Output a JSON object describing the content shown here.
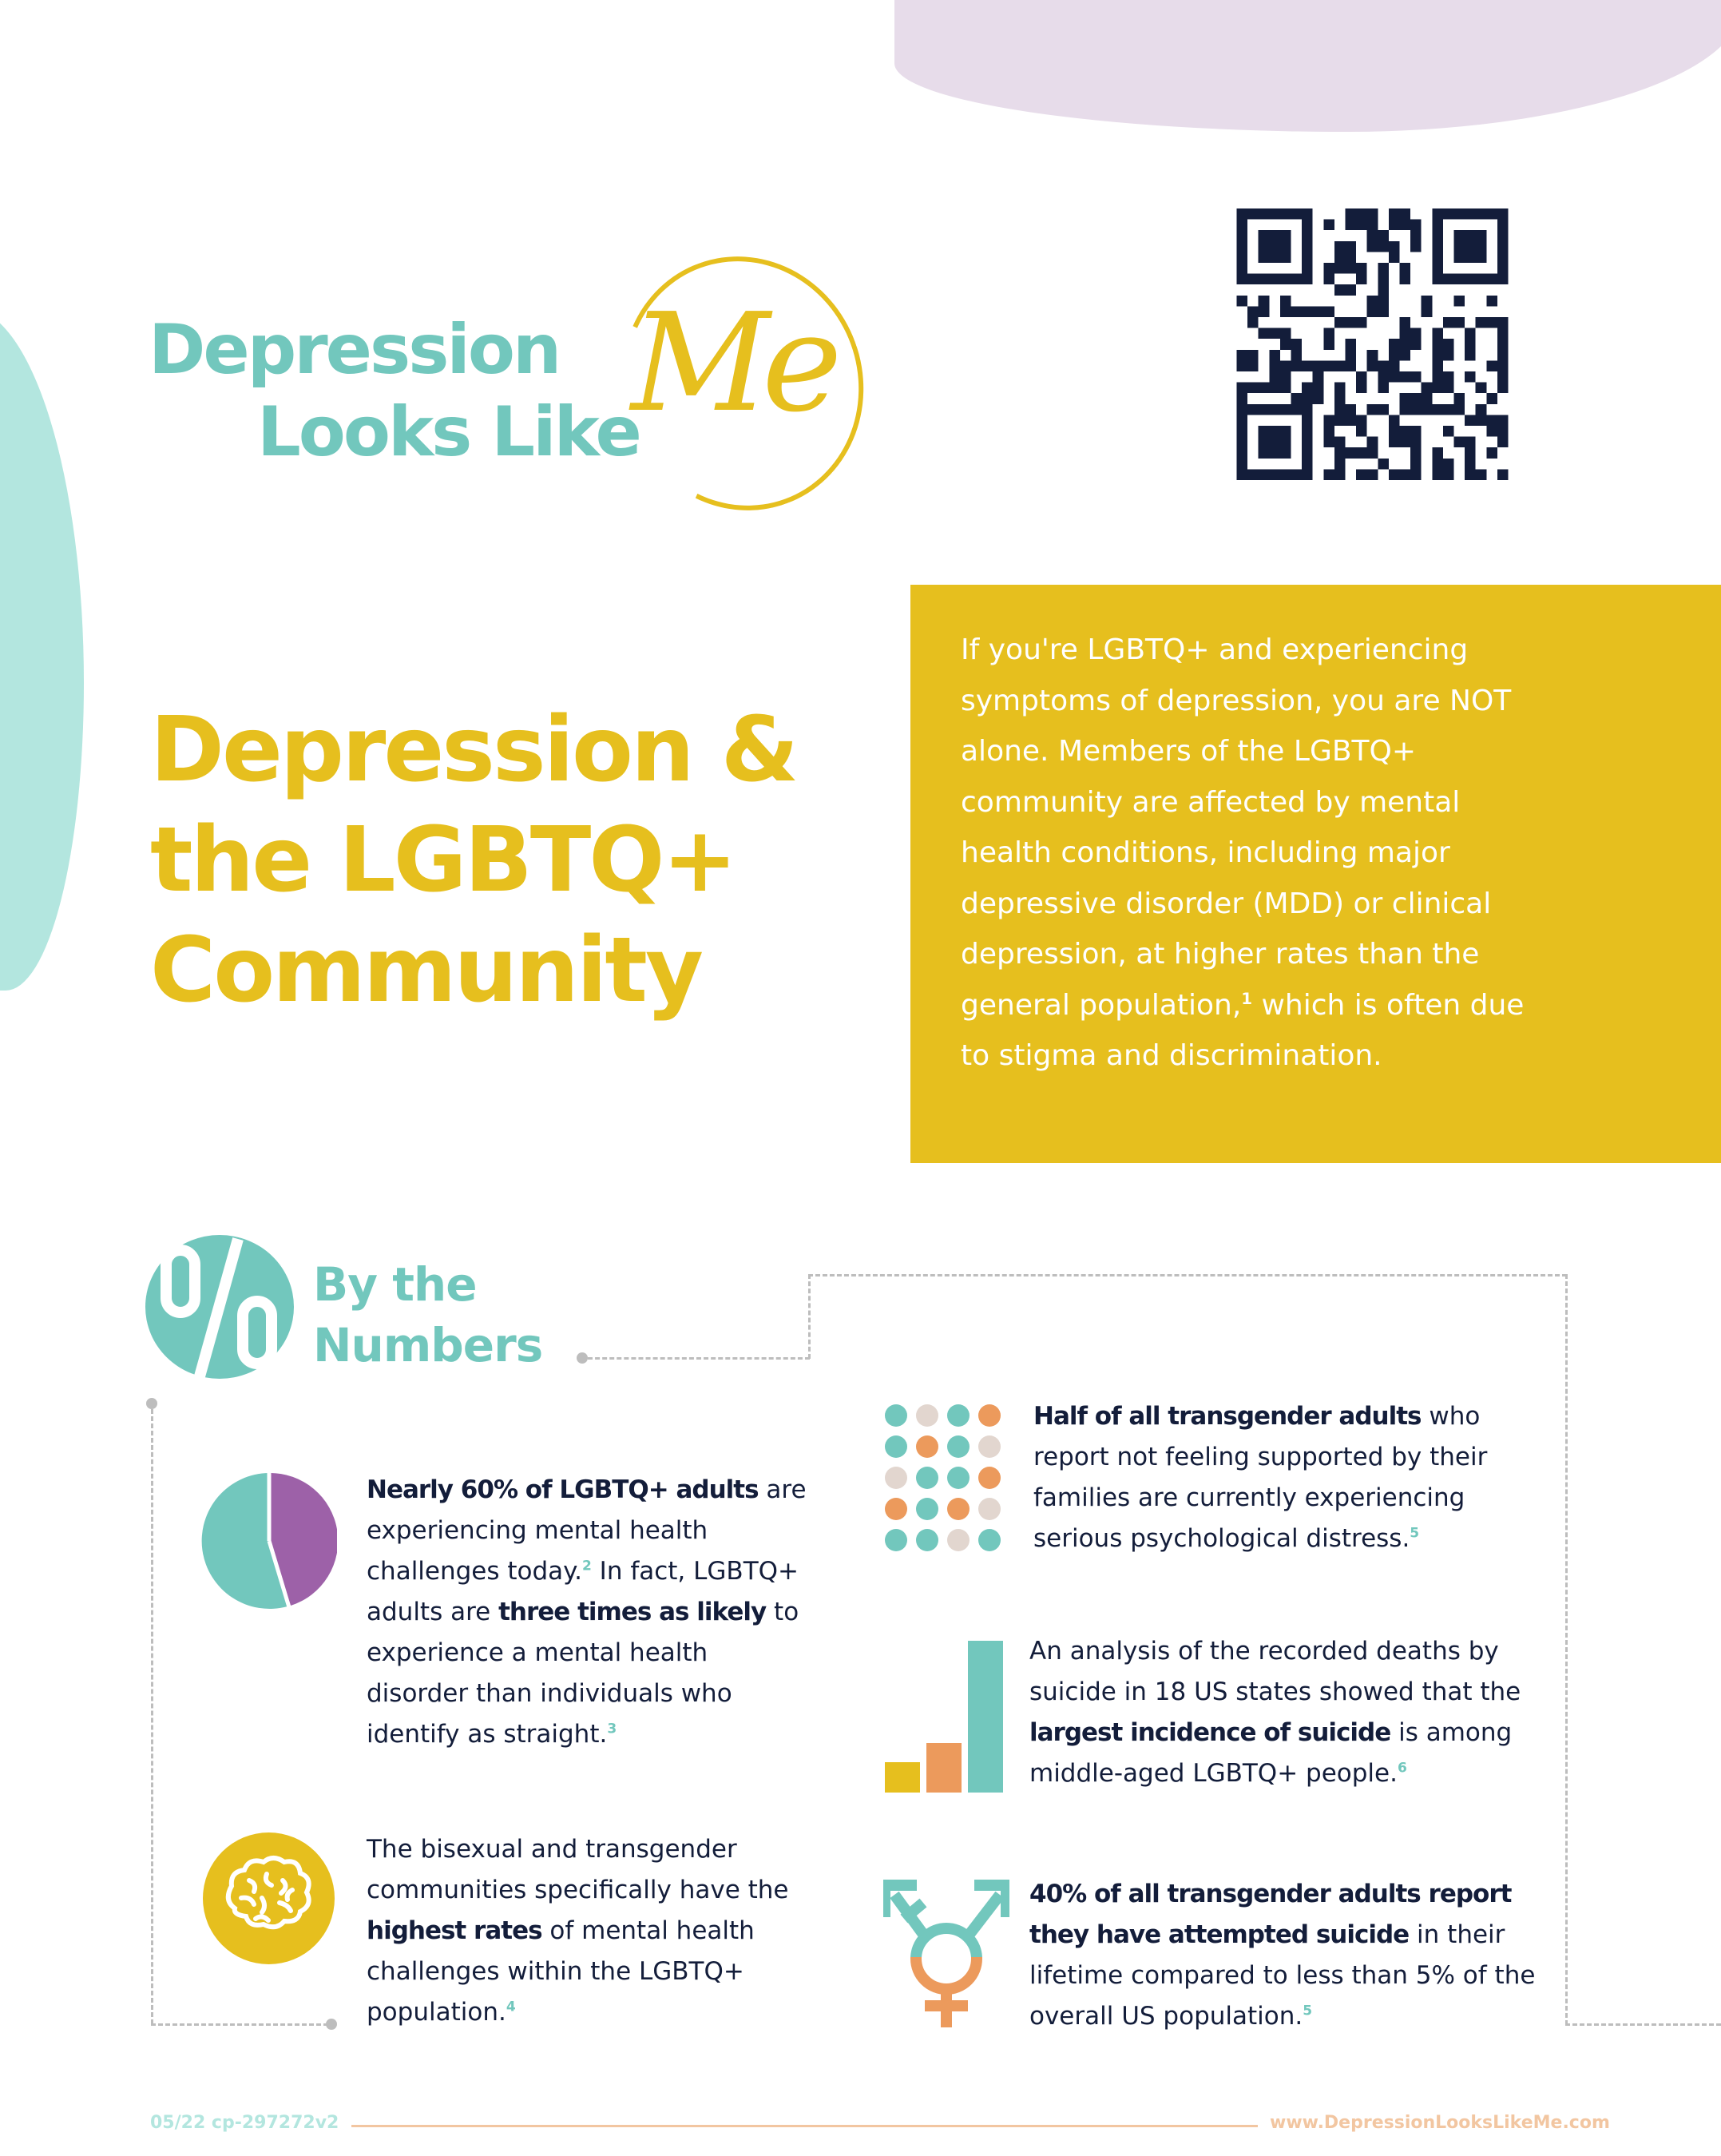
{
  "brand": {
    "logo_line1": "Depression",
    "logo_line2": "Looks Like",
    "logo_script": "Me",
    "colors": {
      "teal": "#72c7bd",
      "yellow": "#e6bf1e",
      "orange": "#ec9a5c",
      "beige": "#e2d6cf",
      "purple": "#9d61a8",
      "navy": "#131d3a",
      "lavender": "#e7dcea",
      "mint": "#b3e6df"
    }
  },
  "qr_code": {
    "label": "qr-code"
  },
  "title": {
    "line1": "Depression &",
    "line2": "the LGBTQ+",
    "line3": "Community"
  },
  "intro": {
    "before_sup": "If you're LGBTQ+ and experiencing symptoms of depression, you are NOT alone. Members of the LGBTQ+ community are affected by mental health conditions, including major depressive disorder (MDD) or clinical depression, at higher rates than the general population,",
    "sup": "1",
    "after_sup": " which is often due to stigma and discrimination."
  },
  "section": {
    "icon": "percent-icon",
    "title_line1": "By the",
    "title_line2": "Numbers"
  },
  "stats": [
    {
      "icon": "pie-chart-icon",
      "bold1": "Nearly 60% of LGBTQ+ adults",
      "text1": " are experiencing mental health challenges today.",
      "sup1": "2",
      "text2": " In fact, LGBTQ+ adults are ",
      "bold2": "three times as likely",
      "text3": " to experience a mental health disorder than individuals who identify as straight.",
      "sup2": "3"
    },
    {
      "icon": "brain-icon",
      "text1": "The bisexual and transgender communities specifically have the ",
      "bold1": "highest rates",
      "text2": " of mental health challenges within the LGBTQ+ population.",
      "sup1": "4"
    },
    {
      "icon": "dot-grid-icon",
      "bold1": "Half of all transgender adults",
      "text1": " who report not feeling supported by their families are currently experiencing serious psychological distress.",
      "sup1": "5"
    },
    {
      "icon": "bar-chart-icon",
      "text1": "An analysis of the recorded deaths by suicide in 18 US states showed that the ",
      "bold1": "largest incidence of suicide",
      "text2": " is among middle-aged LGBTQ+ people.",
      "sup1": "6"
    },
    {
      "icon": "transgender-symbol-icon",
      "bold1": "40% of all transgender adults report they have attempted suicide",
      "text1": " in their lifetime compared to less than 5% of the overall US population.",
      "sup1": "5"
    }
  ],
  "dot_grid": [
    [
      "teal",
      "beige",
      "teal",
      "orange"
    ],
    [
      "teal",
      "orange",
      "teal",
      "beige"
    ],
    [
      "beige",
      "teal",
      "teal",
      "orange"
    ],
    [
      "orange",
      "teal",
      "orange",
      "beige"
    ],
    [
      "teal",
      "teal",
      "beige",
      "teal"
    ]
  ],
  "footer": {
    "code": "05/22 cp-297272v2",
    "url": "www.DepressionLooksLikeMe.com"
  }
}
